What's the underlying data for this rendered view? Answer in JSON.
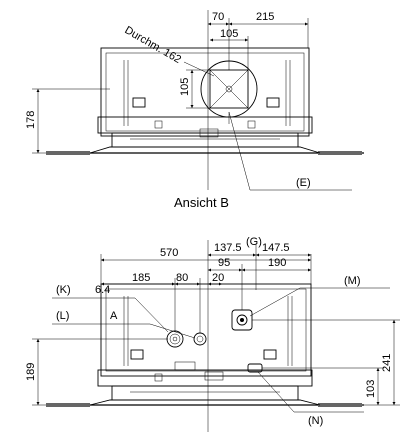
{
  "view_top": {
    "dims": {
      "d70": "70",
      "d215": "215",
      "d105_top": "105",
      "d105_side": "105",
      "d178": "178",
      "diameter": "Durchm. 162"
    },
    "label_e": "(E)",
    "caption": "Ansicht B"
  },
  "view_bottom": {
    "dims": {
      "d570": "570",
      "d137_5": "137.5",
      "d147_5": "147.5",
      "d95": "95",
      "d190": "190",
      "d185": "185",
      "d80": "80",
      "d20": "20",
      "d6_4": "6.4",
      "d189": "189",
      "d241": "241",
      "d103": "103"
    },
    "labels": {
      "g": "(G)",
      "k": "(K)",
      "l": "(L)",
      "a": "A",
      "m": "(M)",
      "n": "(N)"
    }
  }
}
